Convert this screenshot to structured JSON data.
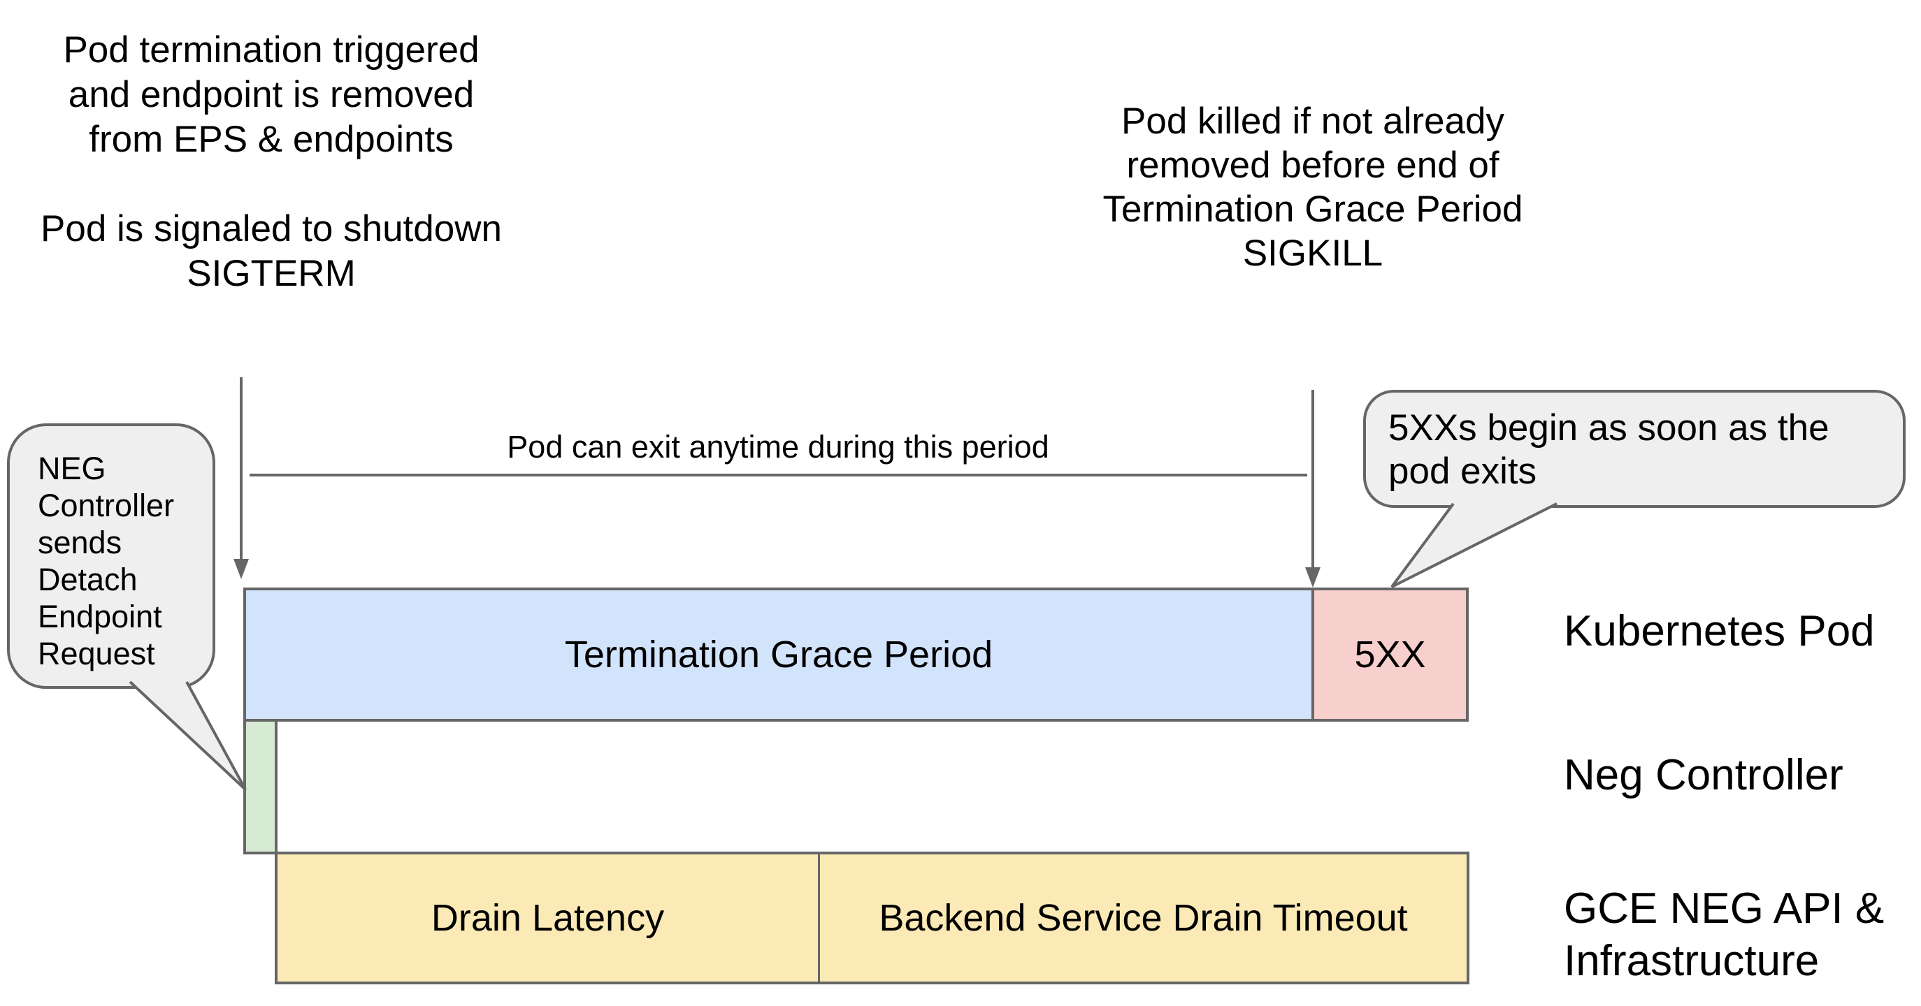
{
  "texts": {
    "pod_termination": {
      "lines": [
        "Pod termination triggered",
        "and endpoint is removed",
        "from EPS & endpoints"
      ]
    },
    "pod_signaled": {
      "lines": [
        "Pod is signaled to shutdown",
        "SIGTERM"
      ]
    },
    "pod_killed": {
      "lines": [
        "Pod killed if not already",
        "removed before end of",
        "Termination Grace Period",
        "SIGKILL"
      ]
    },
    "period_label": "Pod can exit anytime during this period",
    "bubble_left": {
      "lines": [
        "NEG",
        "Controller",
        "sends",
        "Detach",
        "Endpoint",
        "Request"
      ]
    },
    "bubble_right": {
      "lines": [
        "5XXs begin as soon as the",
        "pod exits"
      ]
    }
  },
  "bars": {
    "termination_grace_period": {
      "label": "Termination Grace Period",
      "color": "#d2e3fc"
    },
    "errors_5xx": {
      "label": "5XX",
      "color": "#f7cfcc"
    },
    "neg_detach_marker": {
      "label": "",
      "color": "#d7ead3"
    },
    "drain_latency": {
      "label": "Drain Latency",
      "color": "#fbeab5"
    },
    "backend_drain_timeout": {
      "label": "Backend Service Drain Timeout",
      "color": "#fbeab5"
    }
  },
  "row_labels": {
    "kubernetes_pod": "Kubernetes Pod",
    "neg_controller": "Neg Controller",
    "gce_neg_line1": "GCE NEG API &",
    "gce_neg_line2": "Infrastructure"
  },
  "colors": {
    "background": "#ffffff",
    "border": "#666666",
    "arrow": "#666666",
    "bubble_fill": "#efefef",
    "bar_blue": "#d2e3fc",
    "bar_pink": "#f7cfcc",
    "bar_green": "#d7ead3",
    "bar_yellow": "#fbeab5",
    "text": "#000000"
  }
}
